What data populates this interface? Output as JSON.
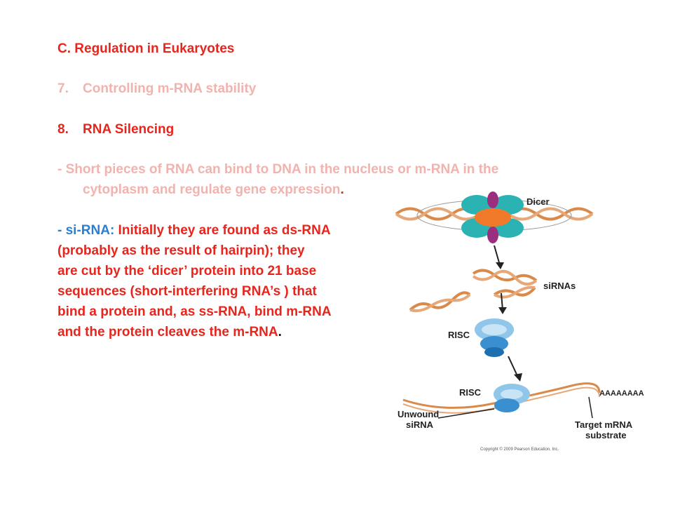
{
  "slide": {
    "heading": "C. Regulation in Eukaryotes",
    "item7": {
      "num": "7.",
      "text": "Controlling m-RNA stability"
    },
    "item8": {
      "num": "8.",
      "text": "RNA Silencing"
    },
    "para1": {
      "line1": " - Short pieces of RNA can bind to DNA in the nucleus or m-RNA in the",
      "line2": "cytoplasm and regulate gene expression",
      "end": "."
    },
    "para2": {
      "dash": " - ",
      "term": "si-RNA:",
      "line1_rest": " Initially they are found as ds-RNA",
      "line2": "(probably as the result of hairpin); they",
      "line3": "are cut by the ‘dicer’ protein into 21 base",
      "line4": "sequences (short-interfering RNA’s ) that",
      "line5": "bind a protein and, as ss-RNA, bind m-RNA",
      "line6": "and the protein cleaves the m-RNA",
      "end": "."
    }
  },
  "figure": {
    "dicer_label": "Dicer",
    "sirnas_label": "siRNAs",
    "risc_label_1": "RISC",
    "risc_label_2": "RISC",
    "polya_label": "AAAAAAAA",
    "unwound_label_1": "Unwound",
    "unwound_label_2": "siRNA",
    "target_label_1": "Target mRNA",
    "target_label_2": "substrate",
    "copyright": "Copyright © 2009 Pearson Education, Inc."
  },
  "colors": {
    "heading": "#e8251d",
    "faded": "#f2b3ae",
    "term": "#2a7fd0",
    "rna": "#d98a4a",
    "teal": "#2bb3b3",
    "orange": "#f07a2a",
    "purple": "#9b2f7f",
    "risc_blue": "#3a8fd0"
  }
}
